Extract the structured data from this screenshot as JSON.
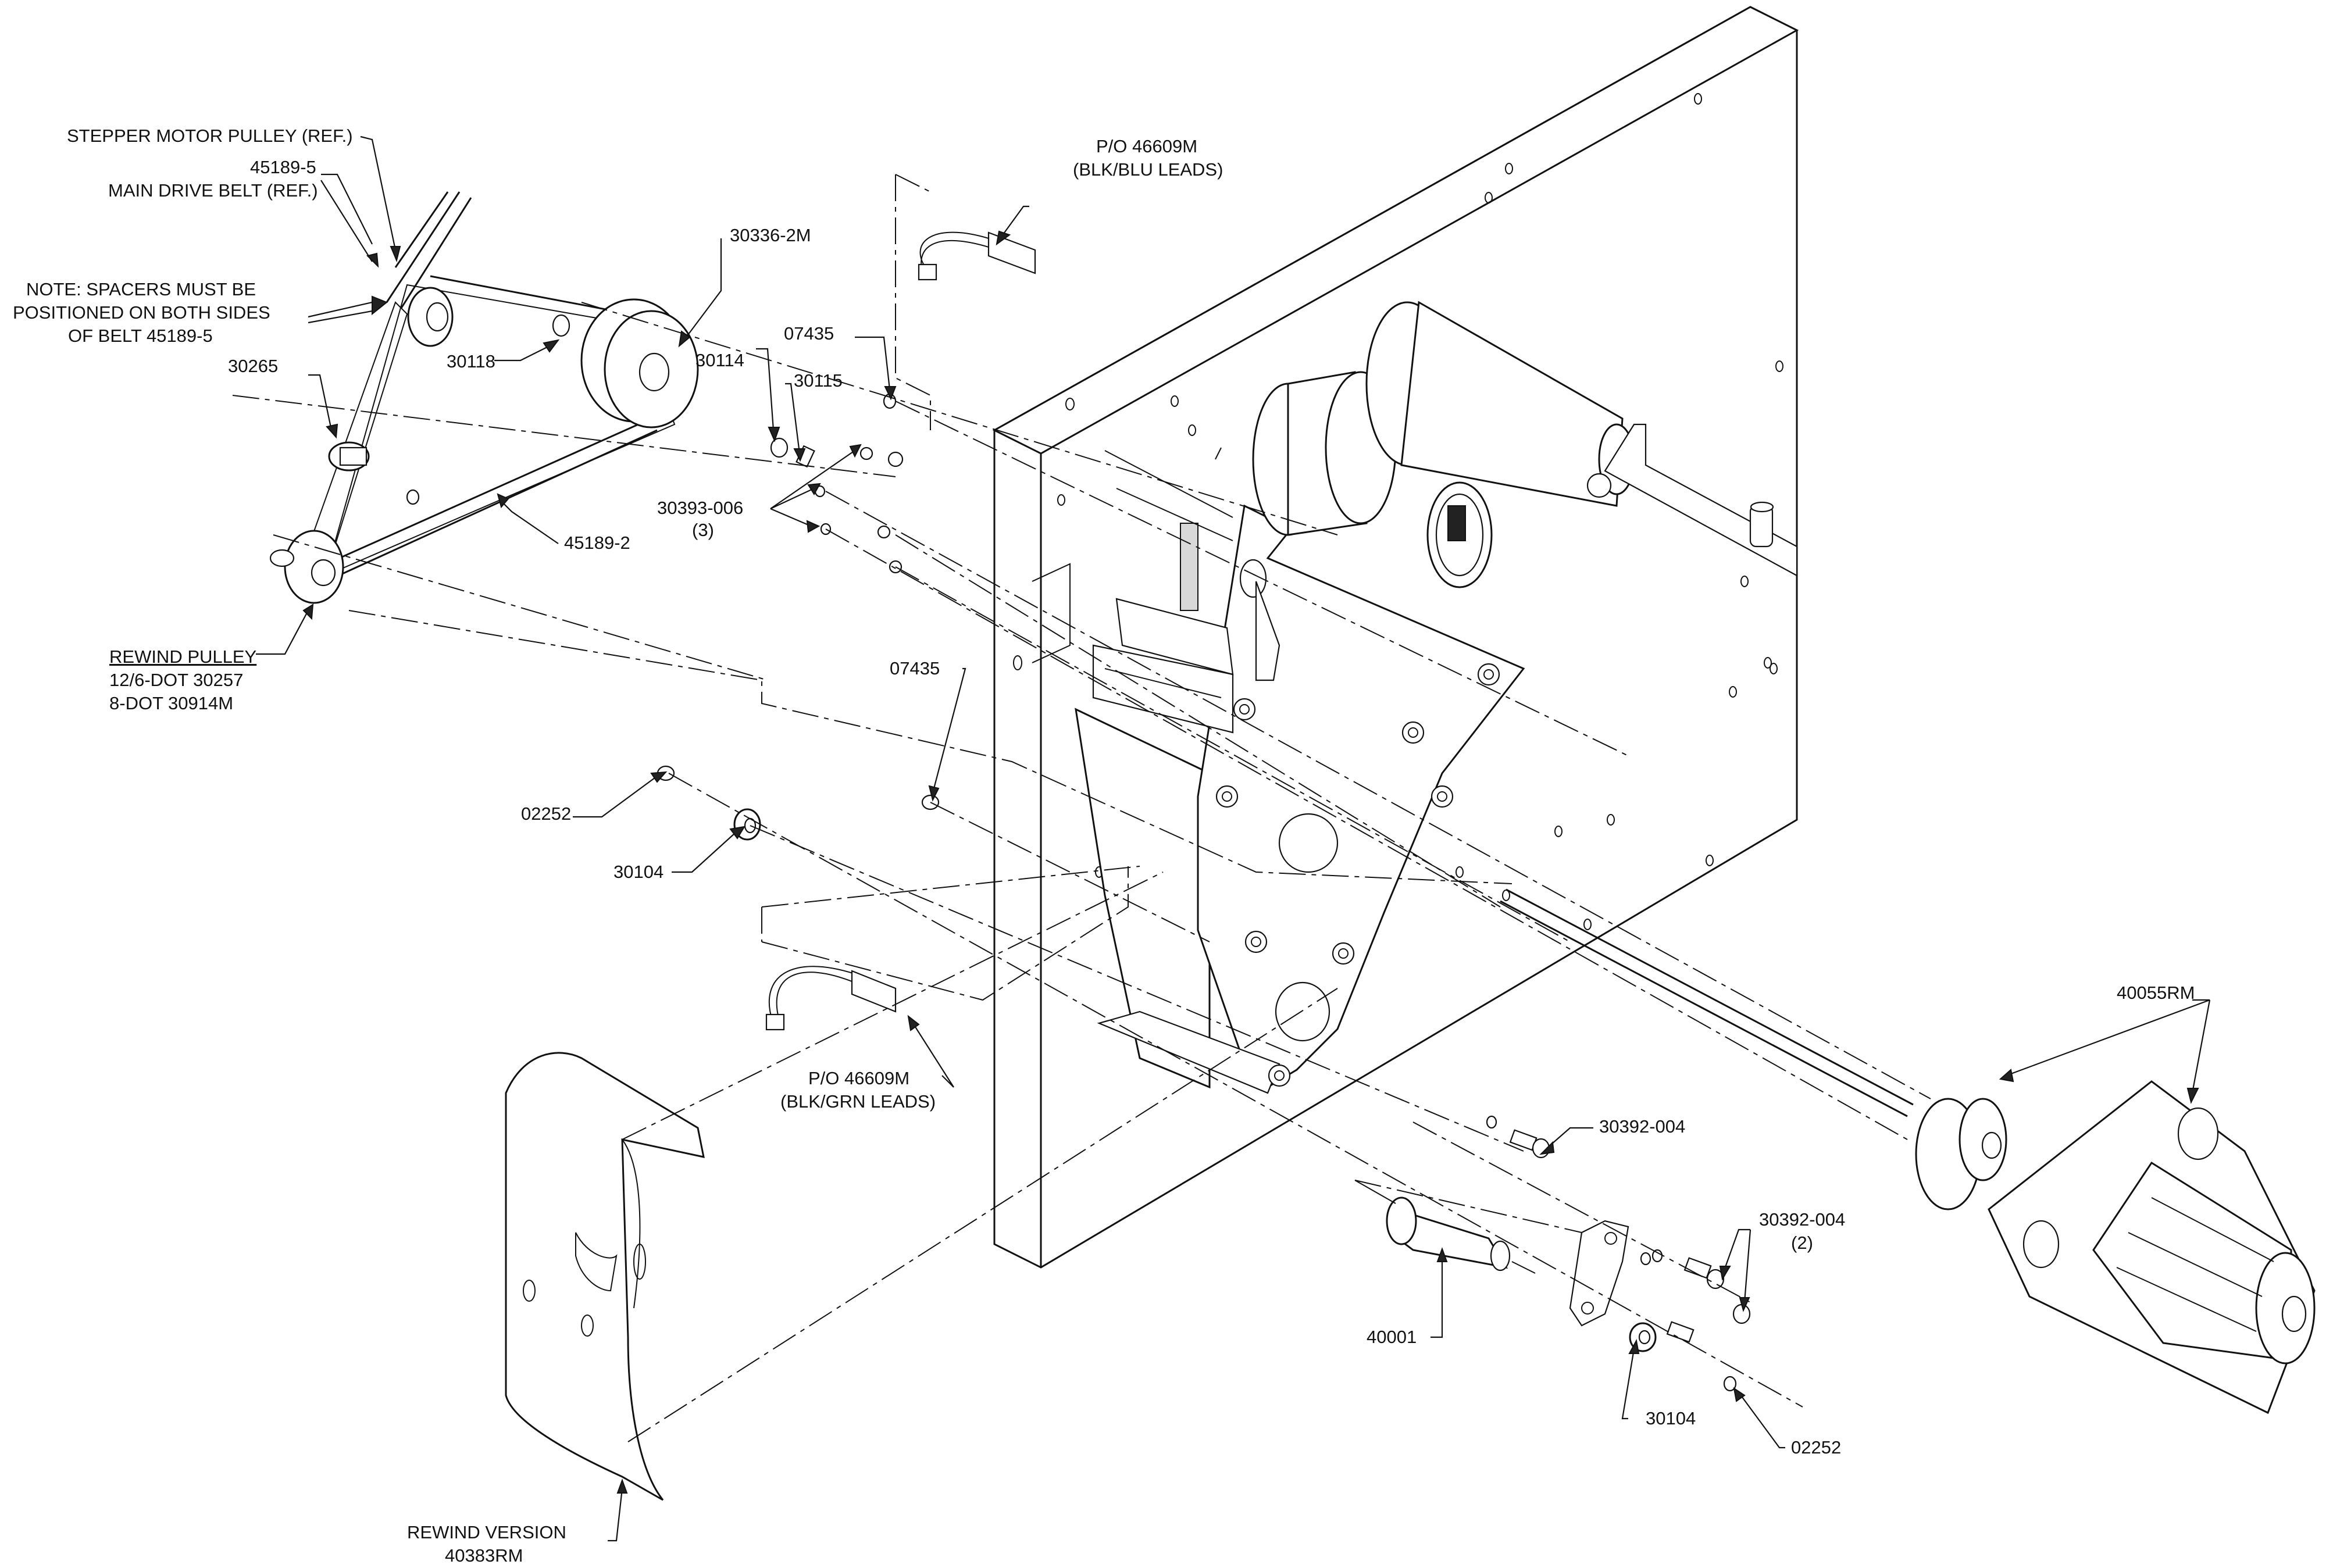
{
  "labels": {
    "stepper_motor_pulley": "STEPPER MOTOR PULLEY (REF.)",
    "main_belt_number": "45189-5",
    "main_belt_name": "MAIN DRIVE BELT (REF.)",
    "note_line1": "NOTE: SPACERS MUST BE",
    "note_line2": "POSITIONED ON BOTH SIDES",
    "note_line3": "OF BELT 45189-5",
    "p30336": "30336-2M",
    "p30118": "30118",
    "p30265": "30265",
    "p30114": "30114",
    "p30115": "30115",
    "p07435_top": "07435",
    "p30393_number": "30393-006",
    "p30393_qty": "(3)",
    "p45189_2": "45189-2",
    "rewind_pulley_title": "REWIND PULLEY",
    "rewind_pulley_12": "12/6-DOT   30257",
    "rewind_pulley_8": "8-DOT   30914M",
    "p07435_mid": "07435",
    "p02252_left": "02252",
    "p30104_left": "30104",
    "po_blu_1": "P/O 46609M",
    "po_blu_2": "(BLK/BLU LEADS)",
    "po_grn_1": "P/O 46609M",
    "po_grn_2": "(BLK/GRN LEADS)",
    "p40055": "40055RM",
    "p30392_single": "30392-004",
    "p30392_pair": "30392-004",
    "p30392_qty": "(2)",
    "p40001": "40001",
    "p30104_right": "30104",
    "p02252_right": "02252",
    "rewind_version_1": "REWIND VERSION",
    "rewind_version_2": "40383RM"
  }
}
